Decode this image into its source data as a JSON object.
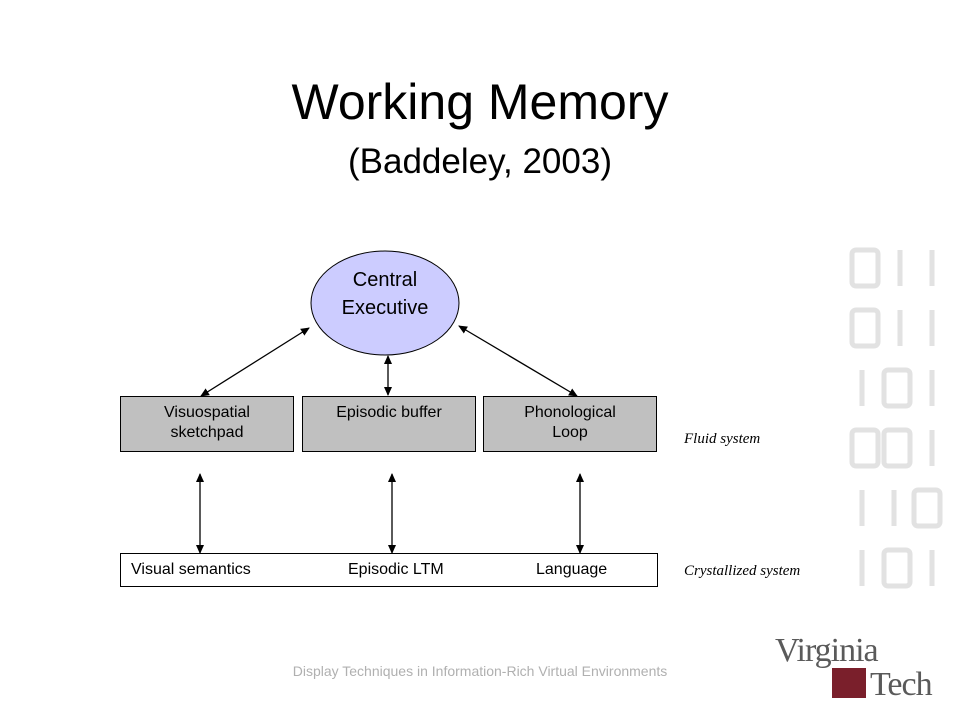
{
  "slide": {
    "title": "Working Memory",
    "subtitle": "(Baddeley, 2003)",
    "footer": "Display Techniques in Information-Rich Virtual Environments"
  },
  "diagram": {
    "central": "Central\nExecutive",
    "fluid_boxes": [
      {
        "label": "Visuospatial\nsketchpad"
      },
      {
        "label": "Episodic buffer"
      },
      {
        "label": "Phonological\nLoop"
      }
    ],
    "crystallized": [
      "Visual semantics",
      "Episodic LTM",
      "Language"
    ],
    "fluid_label": "Fluid system",
    "crystallized_label": "Crystallized system"
  },
  "logo": {
    "text_top": "Virginia",
    "text_bottom": "Tech",
    "color": "#7a1f2b"
  },
  "colors": {
    "ellipse_fill": "#ccccff",
    "box_fill": "#c0c0c0",
    "footer_text": "#b0b0b0"
  }
}
